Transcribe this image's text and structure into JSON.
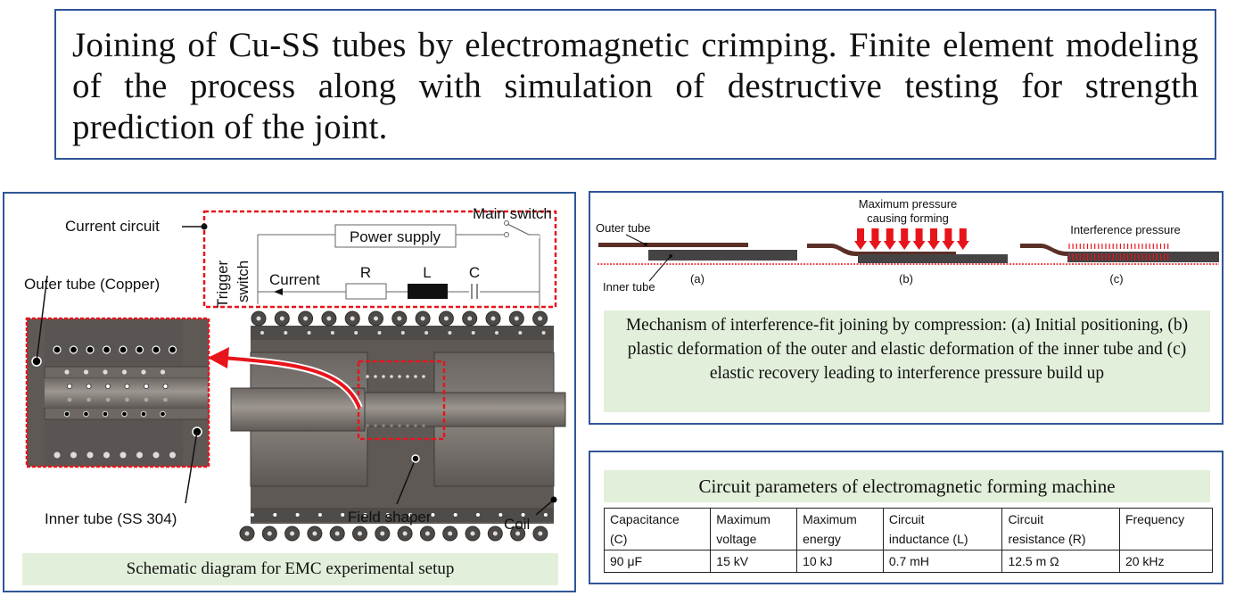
{
  "title": "Joining of  Cu-SS tubes by electromagnetic crimping. Finite element modeling of  the process along with simulation of  destructive testing for strength prediction of  the joint.",
  "schematic": {
    "labels": {
      "current_circuit": "Current circuit",
      "main_switch": "Main switch",
      "power_supply": "Power supply",
      "trigger": "Trigger",
      "switch": "switch",
      "current": "Current",
      "R": "R",
      "L": "L",
      "C": "C",
      "outer_tube": "Outer tube (Copper)",
      "inner_tube": "Inner tube (SS 304)",
      "field_shaper": "Field shaper",
      "coil": "Coil"
    },
    "caption": "Schematic diagram for EMC experimental setup",
    "colors": {
      "highlight": "#e8141b",
      "metal": "#5e5955",
      "metal_light": "#8d8782"
    }
  },
  "mechanism": {
    "labels": {
      "outer_tube": "Outer tube",
      "inner_tube": "Inner tube",
      "max_pressure_line1": "Maximum pressure",
      "max_pressure_line2": "causing forming",
      "interference_pressure": "Interference pressure",
      "a": "(a)",
      "b": "(b)",
      "c": "(c)"
    },
    "caption": "Mechanism of interference-fit joining by compression: (a) Initial positioning, (b) plastic deformation of the outer and elastic deformation of the inner tube and (c) elastic recovery leading to interference pressure build up",
    "colors": {
      "outer": "#5b2f26",
      "inner": "#454343",
      "arrow": "#e8141b"
    }
  },
  "params": {
    "caption": "Circuit parameters of electromagnetic forming machine",
    "headers": [
      [
        "Capacitance",
        "(C)"
      ],
      [
        "Maximum",
        "voltage"
      ],
      [
        "Maximum",
        "energy"
      ],
      [
        "Circuit",
        "inductance (L)"
      ],
      [
        "Circuit",
        "resistance (R)"
      ],
      [
        "Frequency",
        ""
      ]
    ],
    "values": [
      "90 μF",
      "15 kV",
      "10 kJ",
      "0.7 mH",
      "12.5 m Ω",
      "20 kHz"
    ]
  }
}
